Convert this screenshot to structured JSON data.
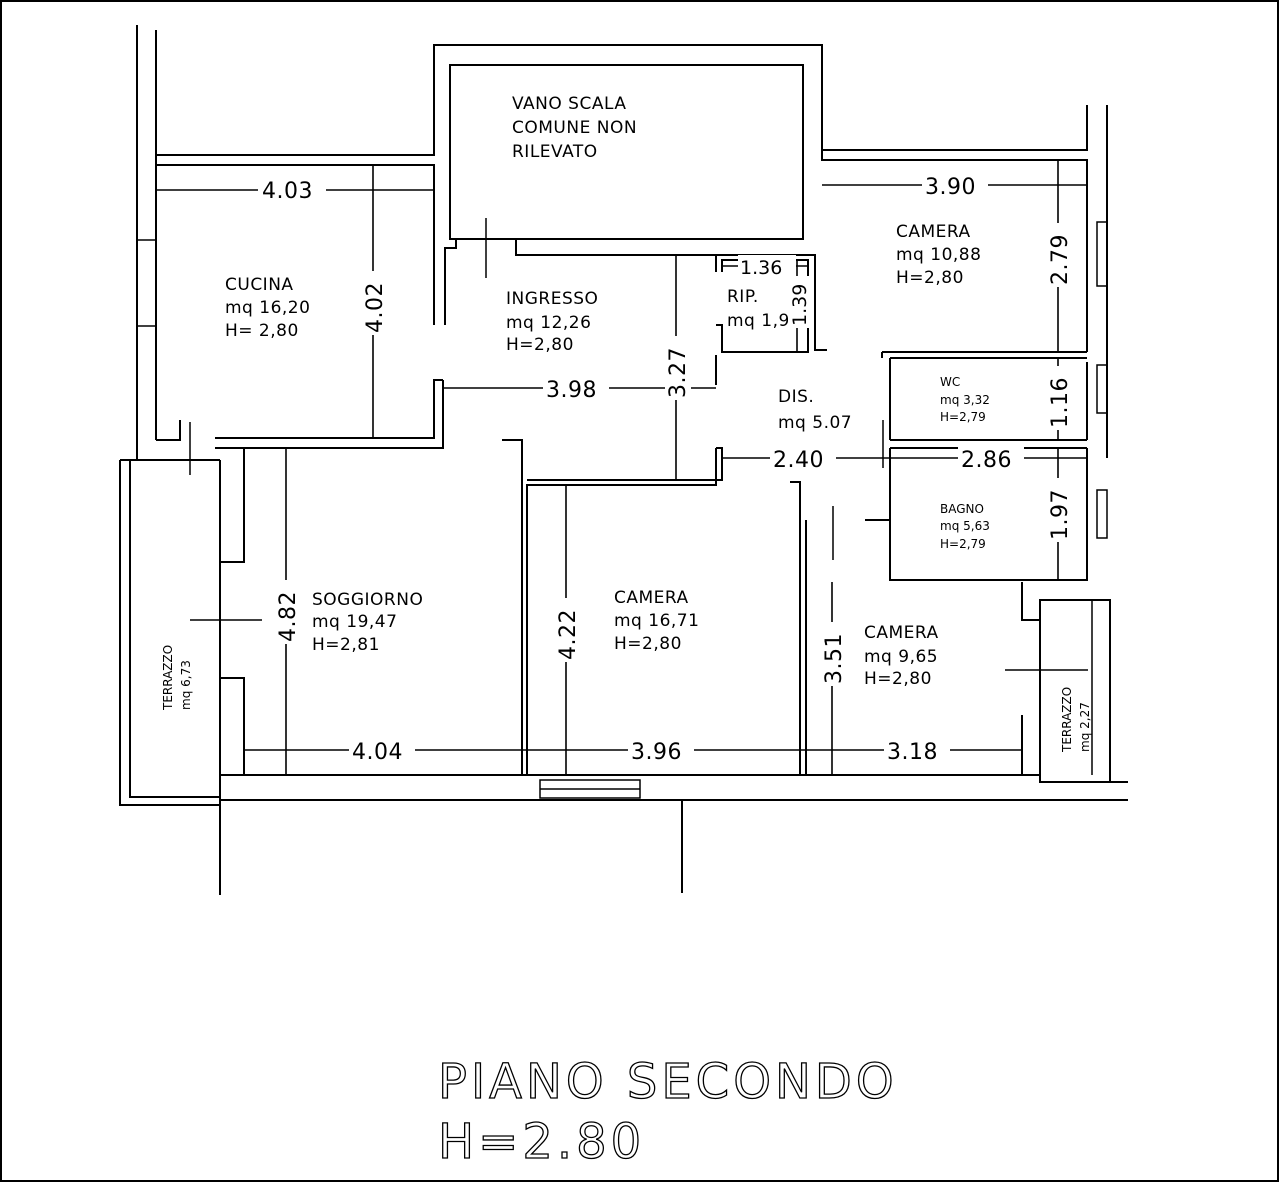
{
  "rooms": {
    "vano_scala": [
      "VANO SCALA",
      "COMUNE NON",
      "RILEVATO"
    ],
    "cucina": [
      "CUCINA",
      "mq 16,20",
      "H= 2,80"
    ],
    "ingresso": [
      "INGRESSO",
      "mq 12,26",
      "H=2,80"
    ],
    "ripostiglio": [
      "RIP.",
      "mq 1,90"
    ],
    "camera_ne": [
      "CAMERA",
      "mq 10,88",
      "H=2,80"
    ],
    "disimpegno": [
      "DIS.",
      "mq 5.07"
    ],
    "wc": [
      "WC",
      "mq 3,32",
      "H=2,79"
    ],
    "bagno": [
      "BAGNO",
      "mq 5,63",
      "H=2,79"
    ],
    "soggiorno": [
      "SOGGIORNO",
      "mq 19,47",
      "H=2,81"
    ],
    "camera_center": [
      "CAMERA",
      "mq 16,71",
      "H=2,80"
    ],
    "camera_se": [
      "CAMERA",
      "mq 9,65",
      "H=2,80"
    ],
    "terrazzo_w": [
      "TERRAZZO",
      "mq 6,73"
    ],
    "terrazzo_e": [
      "TERRAZZO",
      "mq 2,27"
    ]
  },
  "dimensions": {
    "cucina_w": "4.03",
    "cucina_h": "4.02",
    "ingresso_w": "3.98",
    "ingresso_h": "3.27",
    "rip_w": "1.36",
    "rip_h": "1.39",
    "camera_ne_w": "3.90",
    "camera_ne_h": "2.79",
    "wc_h": "1.16",
    "dis_w": "2.40",
    "wc_w": "2.86",
    "bagno_h": "1.97",
    "soggiorno_h": "4.82",
    "soggiorno_w": "4.04",
    "camera_center_h": "4.22",
    "camera_center_w": "3.96",
    "camera_se_h": "3.51",
    "camera_se_w": "3.18"
  },
  "title": {
    "line1": "PIANO SECONDO",
    "line2": "H=2.80"
  }
}
